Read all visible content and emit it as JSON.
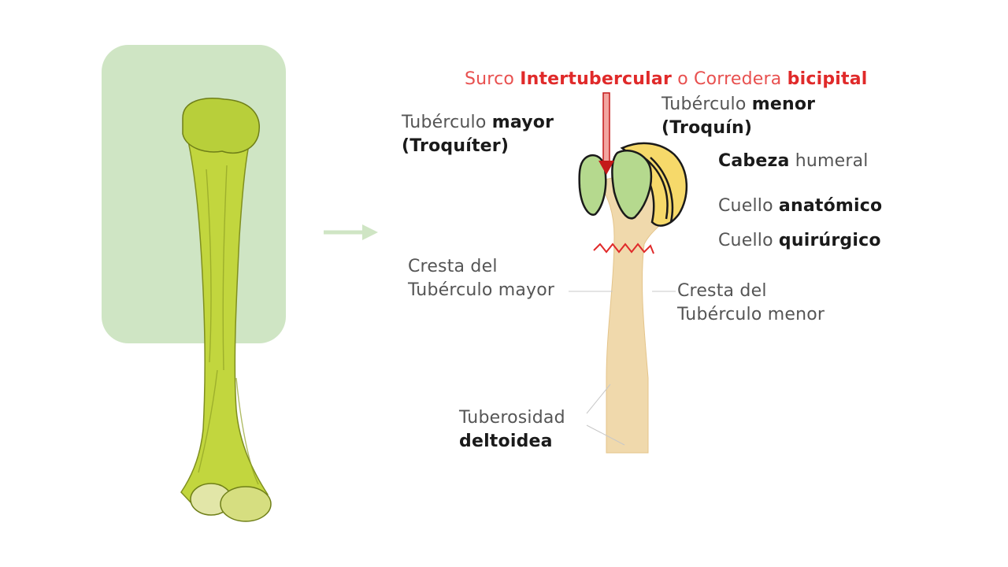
{
  "colors": {
    "highlight_box": "#cfe5c4",
    "bone_green": "#b8cf3a",
    "bone_beige": "#f0d9ac",
    "tubercle_green": "#b5d98e",
    "head_yellow": "#f6d96a",
    "label_red": "#e02a2a",
    "arrow_green": "#cfe5c4"
  },
  "labels": {
    "surco": {
      "t1": "Surco ",
      "b1": "Intertubercular",
      "t2": " o Corredera ",
      "b2": "bicipital"
    },
    "tub_menor": {
      "t1": "Tubérculo ",
      "b1": "menor",
      "line2": "(Troquín)"
    },
    "tub_mayor": {
      "t1": "Tubérculo ",
      "b1": "mayor",
      "line2": "(Troquíter)"
    },
    "cabeza": {
      "b1": "Cabeza",
      "t1": " humeral"
    },
    "cuello_anat": {
      "t1": "Cuello ",
      "b1": "anatómico"
    },
    "cuello_quir": {
      "t1": "Cuello ",
      "b1": "quirúrgico"
    },
    "cresta_mayor": {
      "line1": "Cresta del",
      "line2": "Tubérculo mayor"
    },
    "cresta_menor": {
      "line1": "Cresta del",
      "line2": "Tubérculo menor"
    },
    "tuberosidad": {
      "line1": "Tuberosidad",
      "b1": "deltoidea"
    }
  },
  "icons": {
    "humerus": "humerus-illustration-icon",
    "arrow": "arrow-right-icon",
    "proximal": "proximal-humerus-diagram-icon"
  }
}
